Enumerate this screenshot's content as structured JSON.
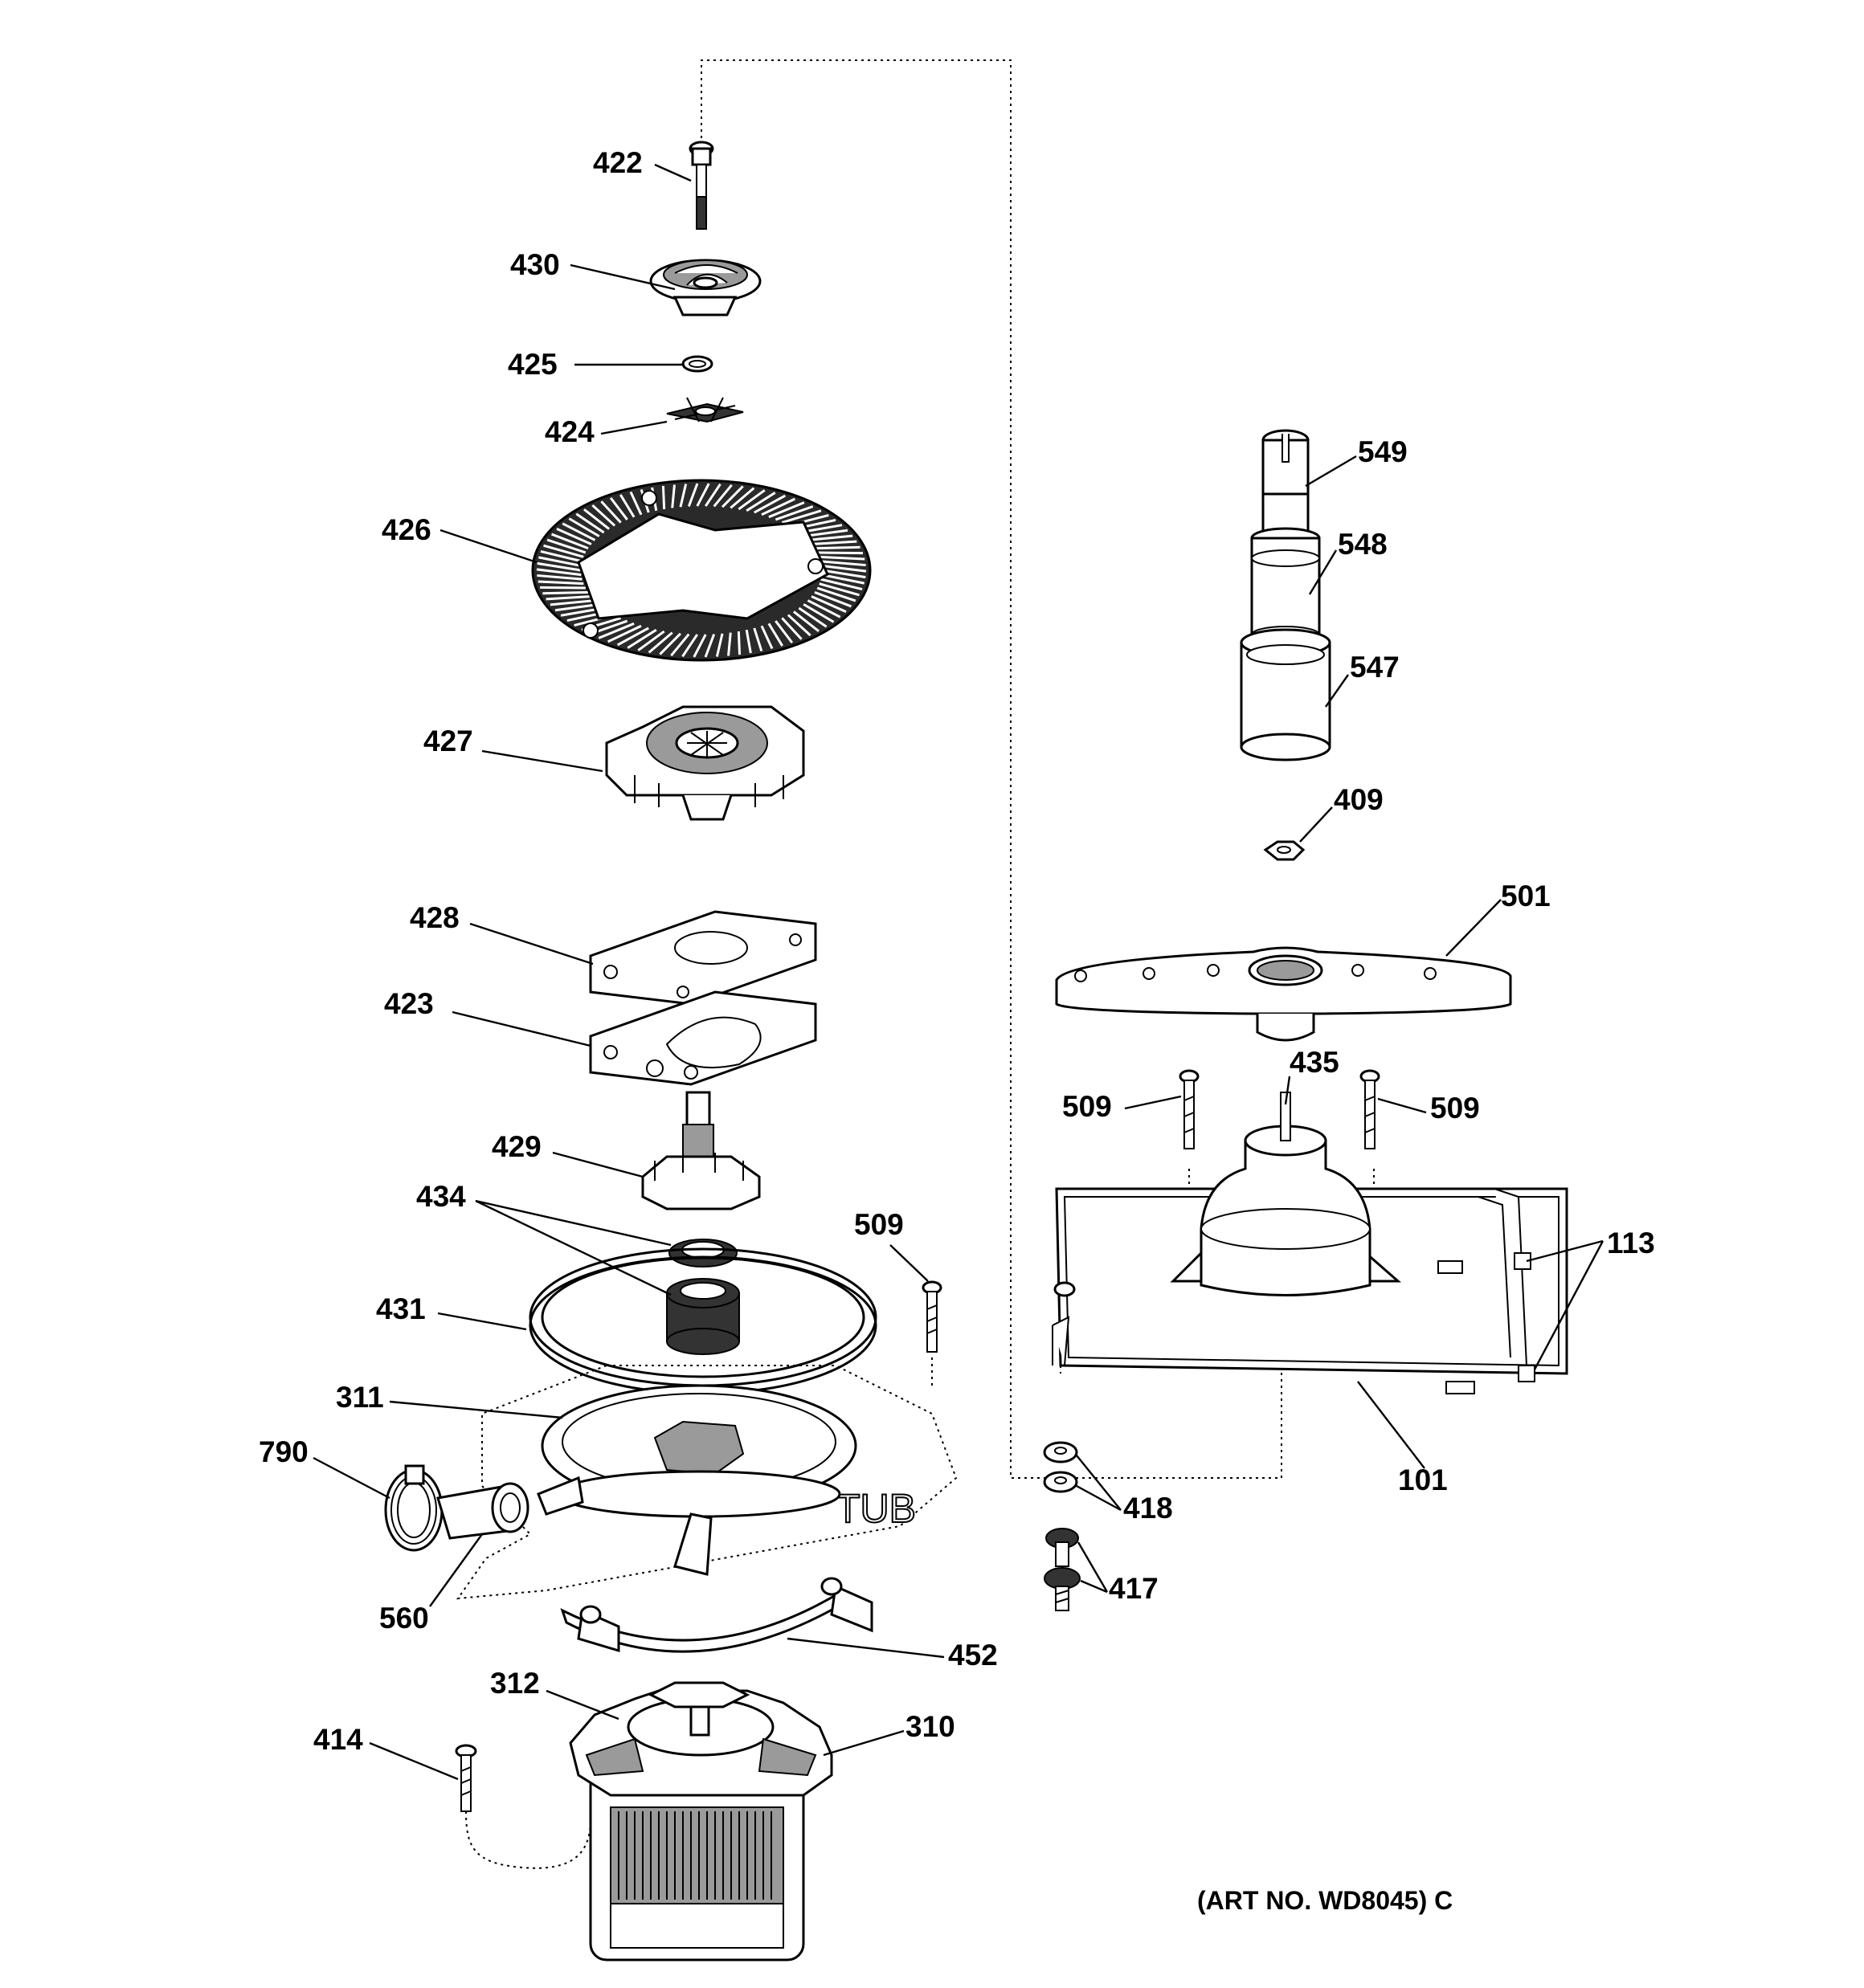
{
  "diagram": {
    "art_number": "(ART NO. WD8045) C",
    "tub_label": "TUB",
    "callouts": [
      {
        "id": "c422",
        "text": "422"
      },
      {
        "id": "c430",
        "text": "430"
      },
      {
        "id": "c425",
        "text": "425"
      },
      {
        "id": "c424",
        "text": "424"
      },
      {
        "id": "c426",
        "text": "426"
      },
      {
        "id": "c427",
        "text": "427"
      },
      {
        "id": "c428",
        "text": "428"
      },
      {
        "id": "c423",
        "text": "423"
      },
      {
        "id": "c429",
        "text": "429"
      },
      {
        "id": "c434",
        "text": "434"
      },
      {
        "id": "c509a",
        "text": "509"
      },
      {
        "id": "c431",
        "text": "431"
      },
      {
        "id": "c311",
        "text": "311"
      },
      {
        "id": "c790",
        "text": "790"
      },
      {
        "id": "c560",
        "text": "560"
      },
      {
        "id": "c452",
        "text": "452"
      },
      {
        "id": "c312",
        "text": "312"
      },
      {
        "id": "c310",
        "text": "310"
      },
      {
        "id": "c414",
        "text": "414"
      },
      {
        "id": "c549",
        "text": "549"
      },
      {
        "id": "c548",
        "text": "548"
      },
      {
        "id": "c547",
        "text": "547"
      },
      {
        "id": "c409",
        "text": "409"
      },
      {
        "id": "c501",
        "text": "501"
      },
      {
        "id": "c435",
        "text": "435"
      },
      {
        "id": "c509b",
        "text": "509"
      },
      {
        "id": "c509c",
        "text": "509"
      },
      {
        "id": "c113",
        "text": "113"
      },
      {
        "id": "c101",
        "text": "101"
      },
      {
        "id": "c418",
        "text": "418"
      },
      {
        "id": "c417",
        "text": "417"
      }
    ]
  }
}
